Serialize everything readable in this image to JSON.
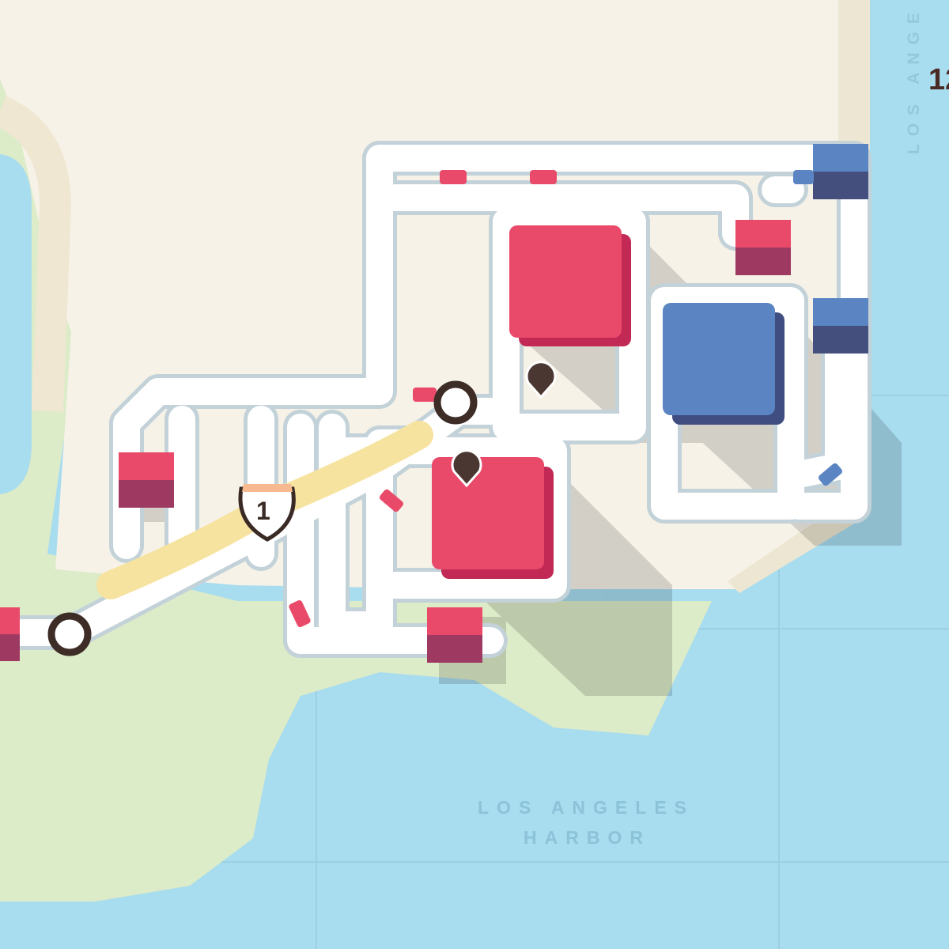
{
  "map": {
    "region_label_vertical": "LOS ANGE",
    "harbor_label_line1": "LOS ANGELES",
    "harbor_label_line2": "HARBOR"
  },
  "hud": {
    "score_partial": "12"
  },
  "route_shield": {
    "number": "1"
  },
  "colors": {
    "water": "#a8dcef",
    "land": "#f6f2e8",
    "grass": "#dcebc8",
    "road": "#ffffff",
    "road_edge": "#c3d2d8",
    "pink_building": "#ea4a6a",
    "pink_dark": "#9e3a62",
    "blue_building": "#5a84c2",
    "blue_dark": "#454f7e",
    "motorway": "#f7e3a0"
  }
}
